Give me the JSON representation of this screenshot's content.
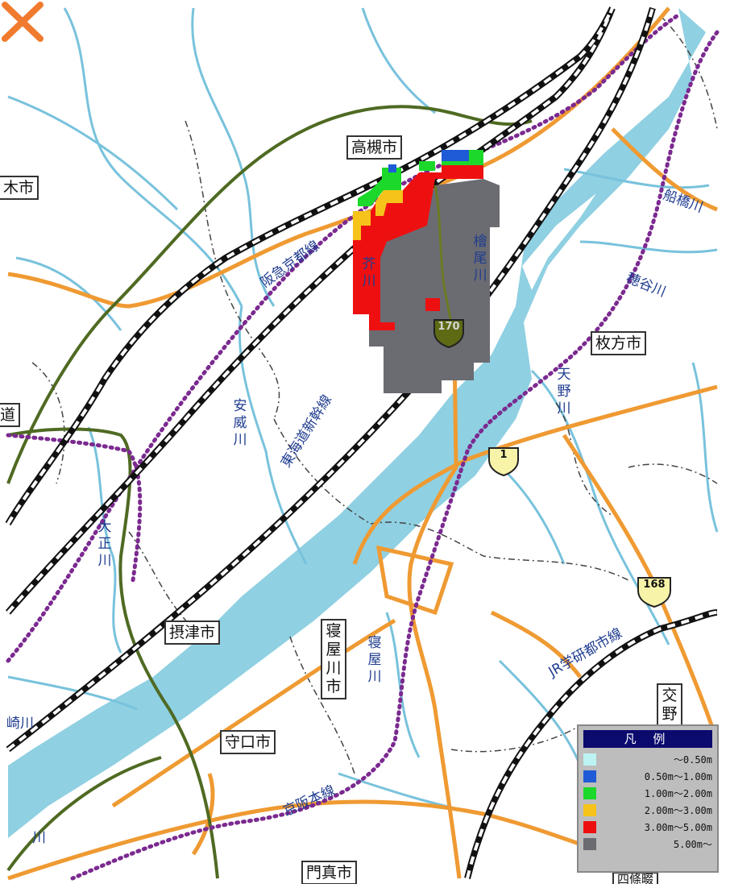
{
  "map_labels": {
    "takatsuki": "高槻市",
    "ibaraki": "木市",
    "hirakata": "枚方市",
    "settsu": "摂津市",
    "moriguchi": "守口市",
    "kadoma": "門真市",
    "neyagawa": "寝屋川市",
    "katano": "交野",
    "kandori": "四條畷",
    "road_partial": "道"
  },
  "river_labels": {
    "akuta": "芥川",
    "hiyoshi": "檜尾川",
    "funahashi": "船橋川",
    "hotani": "穂谷川",
    "amano": "天野川",
    "ai": "安威川",
    "osho": "大正川",
    "neya": "寝屋川",
    "ki": "崎川",
    "kawa": "川"
  },
  "rail_labels": {
    "hankyu": "阪急京都線",
    "shinkansen": "東海道新幹線",
    "jr_gakken": "JR学研都市線",
    "keihan": "京阪本線"
  },
  "route_shields": {
    "r170": "170",
    "r1": "1",
    "r168": "168"
  },
  "legend": {
    "title": "凡 例",
    "items": [
      {
        "label": "～0.50m",
        "color": "#bdf3f3"
      },
      {
        "label": "0.50m～1.00m",
        "color": "#1f5bd6"
      },
      {
        "label": "1.00m～2.00m",
        "color": "#1bd82a"
      },
      {
        "label": "2.00m～3.00m",
        "color": "#f6c31a"
      },
      {
        "label": "3.00m～5.00m",
        "color": "#ee1010"
      },
      {
        "label": "5.00m～",
        "color": "#6b6b72"
      }
    ]
  },
  "breach_marker": "cross-mark-icon"
}
